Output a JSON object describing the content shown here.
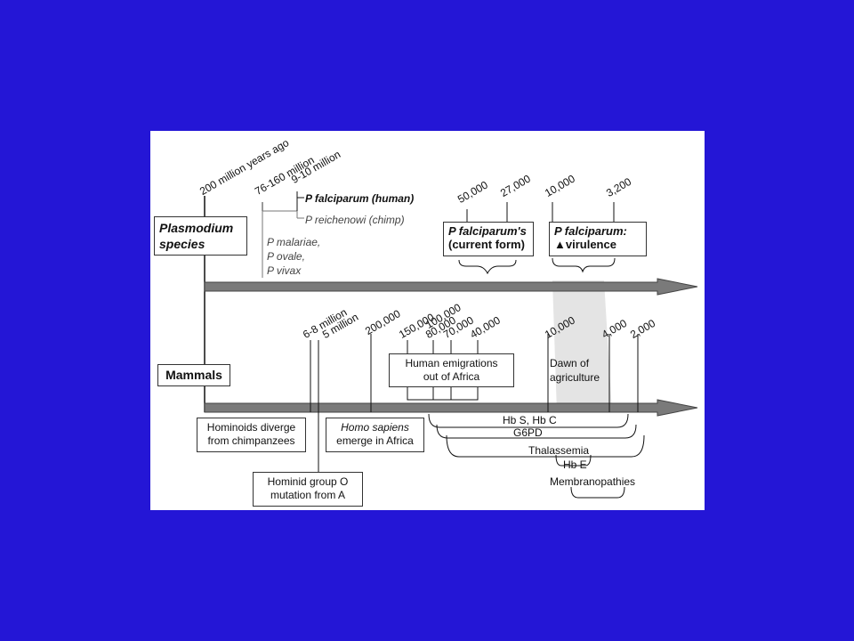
{
  "diagram": {
    "plasmodium_label": [
      "Plasmodium",
      "species"
    ],
    "mammals_label": "Mammals",
    "top_times": [
      "200 million years ago",
      "76-160 million",
      "9-10 million"
    ],
    "p_falciparum_human": "P falciparum (human)",
    "p_reichenowi": "P reichenowi (chimp)",
    "other_species": [
      "P malariae,",
      "P ovale,",
      "P vivax"
    ],
    "right_top_times": [
      "50,000",
      "27,000",
      "10,000",
      "3,200"
    ],
    "current_form_box": [
      "P falciparum's",
      "(current form)"
    ],
    "virulence_box": [
      "P falciparum:",
      "virulence"
    ],
    "mammal_times": [
      "6-8 million",
      "5 million",
      "200,000",
      "150,000",
      "100,000",
      "80,000",
      "70,000",
      "40,000",
      "10,000",
      "4,000",
      "2,000"
    ],
    "hominoids_box": [
      "Hominoids diverge",
      "from chimpanzees"
    ],
    "homo_sapiens_box": [
      "Homo sapiens",
      "emerge in Africa"
    ],
    "hominid_box": [
      "Hominid group O",
      "mutation from A"
    ],
    "emigration_box": [
      "Human emigrations",
      "out of Africa"
    ],
    "agriculture_label": [
      "Dawn of",
      "agriculture"
    ],
    "hemoglobin_labels": [
      "Hb S, Hb C",
      "G6PD",
      "Thalassemia",
      "Hb E",
      "Membranopathies"
    ]
  }
}
